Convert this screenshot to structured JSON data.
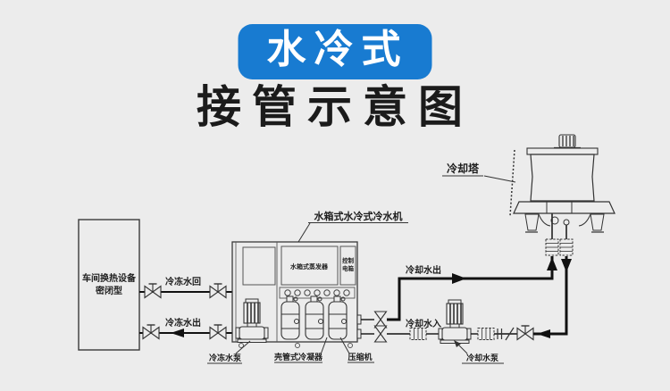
{
  "title": {
    "badge_text": "水冷式",
    "heading": "接管示意图"
  },
  "colors": {
    "background": "#ececec",
    "badge_bg": "#187bd1",
    "badge_text": "#ffffff",
    "line": "#333333",
    "pipe": "#111111",
    "text": "#1d1d1d"
  },
  "diagram": {
    "workshop_box": {
      "line1": "车间换热设备",
      "line2": "密闭型"
    },
    "pipes": {
      "chilled_return": "冷冻水回",
      "chilled_supply": "冷冻水出",
      "cooling_out": "冷却水出",
      "cooling_in": "冷却水入"
    },
    "equipment": {
      "chiller": "水箱式水冷式冷水机",
      "evaporator": "水箱式蒸发器",
      "control_box": [
        "控制",
        "电箱"
      ],
      "chilled_pump": "冷冻水泵",
      "condenser": "壳管式冷凝器",
      "compressor": "压缩机",
      "cooling_pump": "冷却水泵",
      "cooling_tower": "冷却塔"
    }
  }
}
